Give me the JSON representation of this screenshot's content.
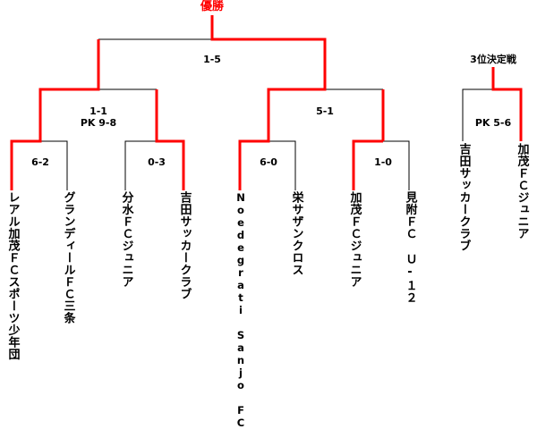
{
  "colors": {
    "winner_line": "#ff0000",
    "line": "#000000"
  },
  "main_bracket": {
    "title": "優勝",
    "final_score": "1-5",
    "semi_left": {
      "score": "1-1",
      "pk": "PK 9-8"
    },
    "semi_right": {
      "score": "5-1"
    },
    "quarter_scores": [
      "6-2",
      "0-3",
      "6-0",
      "1-0"
    ],
    "teams": [
      "レアル加茂ＦＣスポーツ少年団",
      "グランディールＦＣ三条",
      "分水ＦＣジュニア",
      "吉田サッカークラブ",
      "Noedegrati Sanjo FC",
      "栄サザンクロス",
      "加茂ＦＣジュニア",
      "見附ＦＣ Ｕ-１２"
    ]
  },
  "third_place": {
    "title": "3位決定戦",
    "score": "PK 5-6",
    "teams": [
      "吉田サッカークラブ",
      "加茂ＦＣジュニア"
    ]
  }
}
